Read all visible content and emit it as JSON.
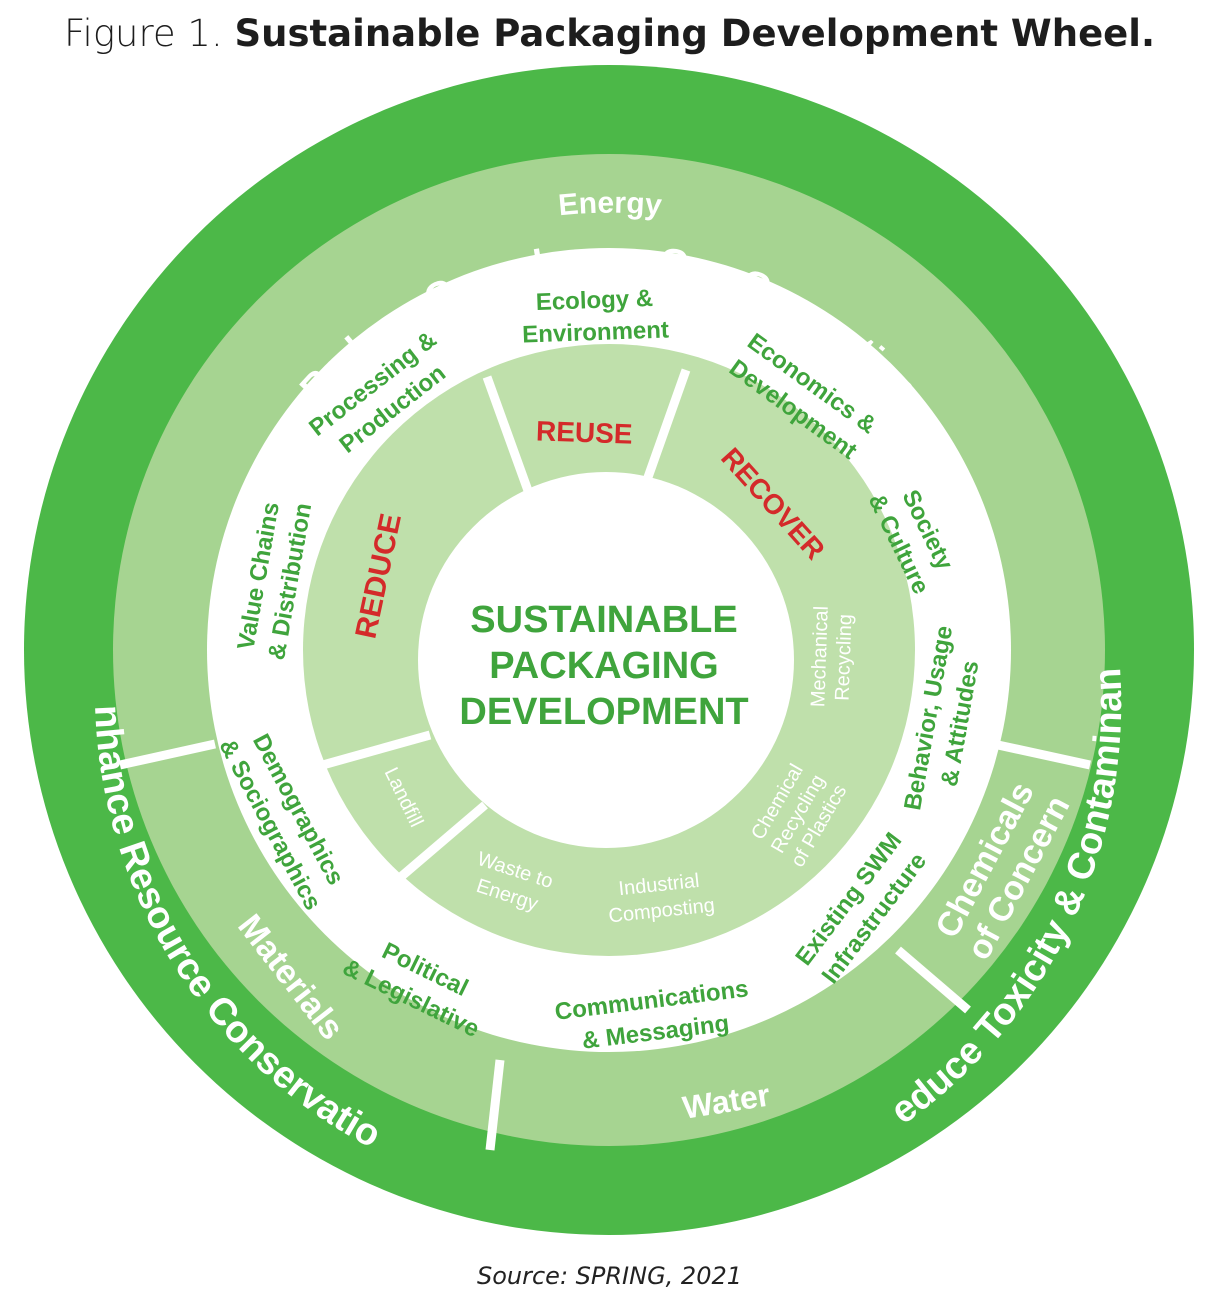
{
  "figure": {
    "label": "Figure 1.",
    "title": "Sustainable Packaging Development Wheel.",
    "source": "Source: SPRING, 2021"
  },
  "colors": {
    "outer_green": "#4cb848",
    "mid_green": "#a6d491",
    "inner_green": "#bfe0ab",
    "text_green": "#3fa43c",
    "red": "#d42a2a",
    "white": "#ffffff"
  },
  "outer_ring": {
    "top": "Reduce Greenhouse Gas Generation",
    "left": "Enhance Resource Conservation",
    "right": "Reduce Toxicity & Contaminants"
  },
  "second_ring": {
    "energy": "Energy",
    "materials": "Materials",
    "water": "Water",
    "chemicals_line1": "Chemicals",
    "chemicals_line2": "of Concern"
  },
  "third_ring": {
    "ecology": [
      "Ecology &",
      "Environment"
    ],
    "economics": [
      "Economics &",
      "Development"
    ],
    "society": [
      "Society",
      "& Culture"
    ],
    "behavior": [
      "Behavior, Usage",
      "& Attitudes"
    ],
    "swm": [
      "Existing SWM",
      "Infrastructure"
    ],
    "communications": [
      "Communications",
      "& Messaging"
    ],
    "political": [
      "Political",
      "& Legislative"
    ],
    "demographics": [
      "Demographics",
      "& Sociographics"
    ],
    "value_chains": [
      "Value Chains",
      "& Distribution"
    ],
    "processing": [
      "Processing &",
      "Production"
    ]
  },
  "inner_ring": {
    "reduce": "REDUCE",
    "reuse": "REUSE",
    "recover": "RECOVER",
    "landfill": "Landfill",
    "waste_to_energy": [
      "Waste to",
      "Energy"
    ],
    "industrial_composting": [
      "Industrial",
      "Composting"
    ],
    "chemical_recycling": [
      "Chemical",
      "Recycling",
      "of Plastics"
    ],
    "mechanical_recycling": [
      "Mechanical",
      "Recycling"
    ]
  },
  "center": [
    "SUSTAINABLE",
    "PACKAGING",
    "DEVELOPMENT"
  ]
}
